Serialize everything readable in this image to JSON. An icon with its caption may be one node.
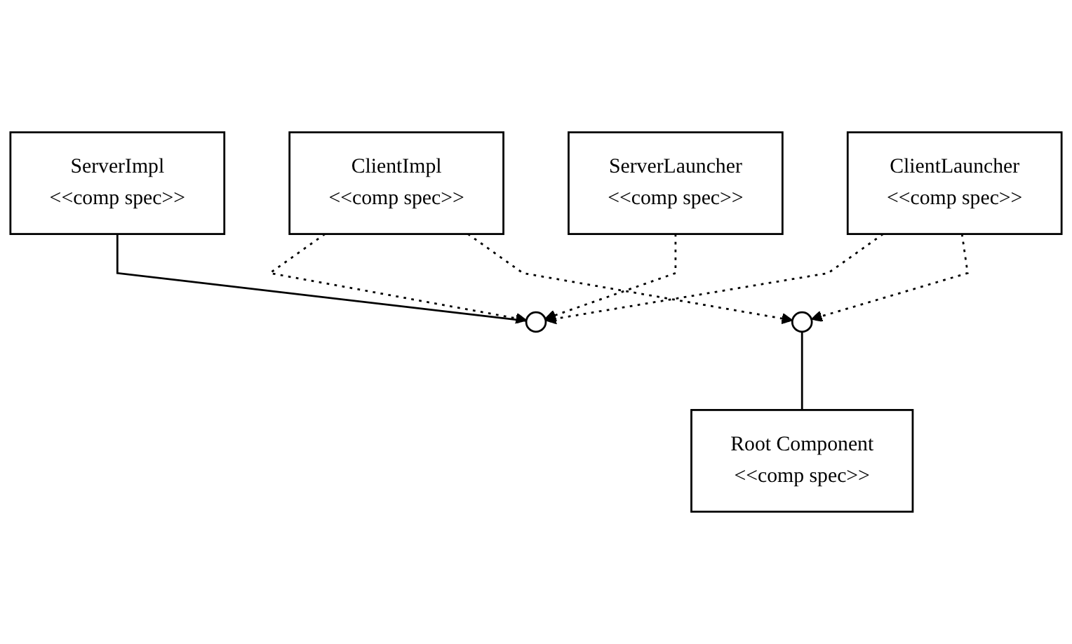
{
  "diagram": {
    "nodes": [
      {
        "text": [
          "ClientImpl",
          "<<comp spec>>"
        ]
      },
      {
        "text": [
          "ServerImpl",
          "<<comp spec>>"
        ]
      },
      {
        "text": [],
        "shape": "circle"
      },
      {
        "text": [],
        "shape": "circle"
      },
      {
        "text": [
          "Root Component",
          "<<comp spec>>"
        ]
      },
      {
        "text": [
          "ServerLauncher",
          "<<comp spec>>"
        ]
      },
      {
        "text": [
          "ClientLauncher",
          "<<comp spec>>"
        ]
      }
    ],
    "edges": [
      {
        "from": 0,
        "to": 2,
        "arrow": "to",
        "style": "dashed"
      },
      {
        "from": 0,
        "to": 3,
        "arrow": "to",
        "style": "dashed"
      },
      {
        "from": 1,
        "to": 2,
        "arrow": "none"
      },
      {
        "from": 3,
        "to": 4,
        "arrow": "none"
      },
      {
        "from": 5,
        "to": 2,
        "arrow": "to",
        "style": "dashed"
      },
      {
        "from": 6,
        "to": 2,
        "arrow": "to",
        "style": "dashed"
      },
      {
        "from": 6,
        "to": 3,
        "arrow": "to",
        "style": "dashed"
      }
    ]
  }
}
